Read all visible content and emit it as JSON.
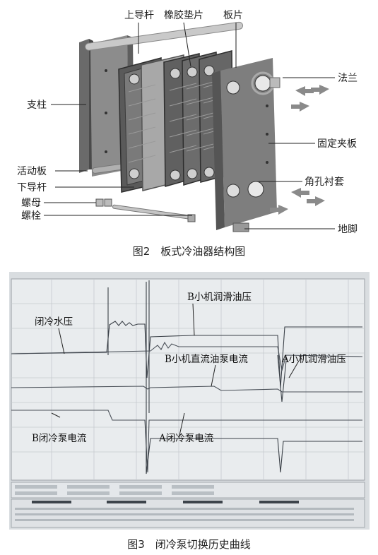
{
  "figure2": {
    "caption": "图2　板式冷油器结构图",
    "labels": {
      "upper_guide_rod": "上导杆",
      "rubber_gasket": "橡胶垫片",
      "plate": "板片",
      "flange": "法兰",
      "pillar": "支柱",
      "fixed_clamp_plate": "固定夹板",
      "movable_plate": "活动板",
      "lower_guide_rod": "下导杆",
      "corner_bushing": "角孔衬套",
      "nut": "螺母",
      "bolt": "螺栓",
      "foot": "地脚"
    }
  },
  "figure3": {
    "caption": "图3　闭冷泵切换历史曲线",
    "curve_labels": {
      "closed_cooling_water_pressure": "闭冷水压",
      "b_small_lube_oil_pressure": "B小机润滑油压",
      "b_small_dc_oil_pump_current": "B小机直流油泵电流",
      "a_small_lube_oil_pressure": "A小机润滑油压",
      "b_closed_pump_current": "B闭冷泵电流",
      "a_closed_pump_current": "A闭冷泵电流"
    }
  }
}
